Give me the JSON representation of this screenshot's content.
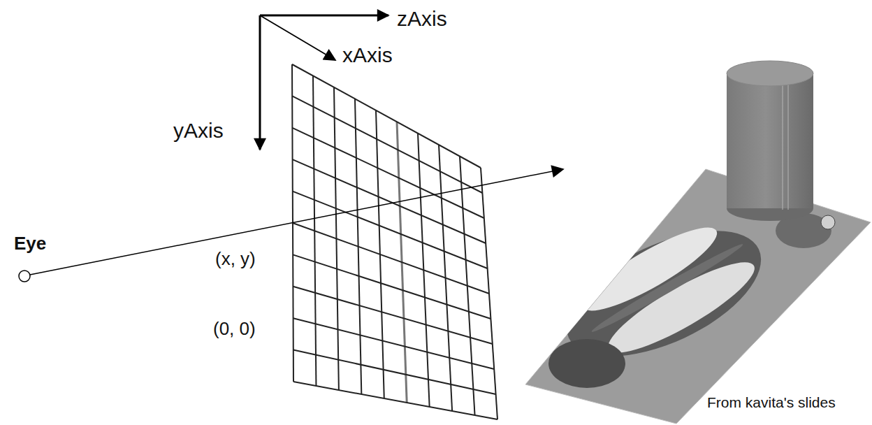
{
  "diagram": {
    "labels": [
      "zAxis",
      "xAxis",
      "yAxis",
      "Eye",
      "(x, y)",
      "(0, 0)",
      "From kavita's slides"
    ]
  }
}
